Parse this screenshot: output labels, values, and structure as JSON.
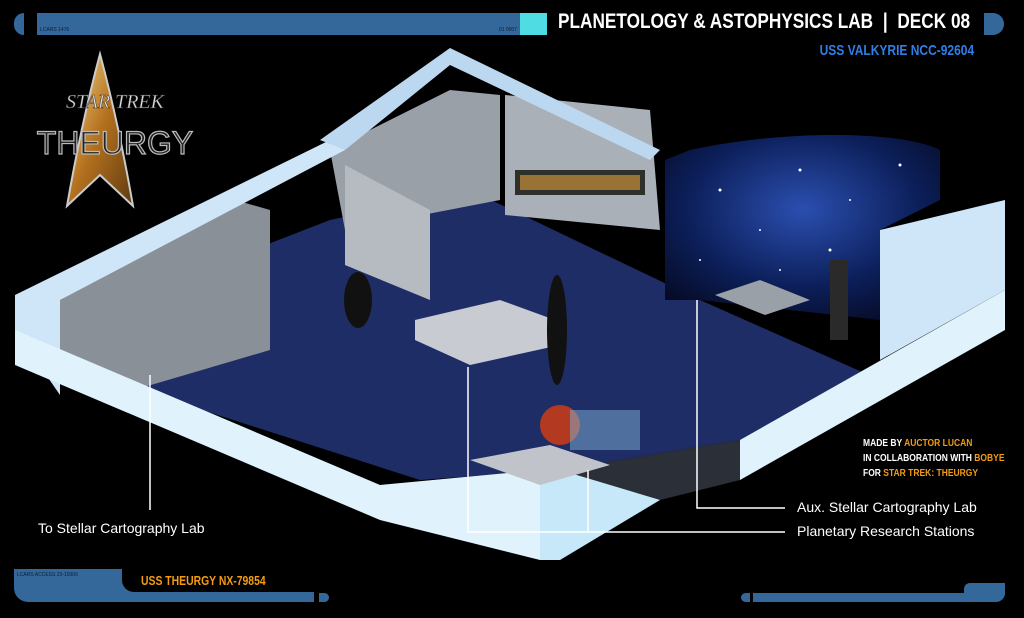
{
  "header": {
    "title": "PLANETOLOGY & ASTOPHYSICS LAB",
    "separator": "|",
    "deck": "DECK 08",
    "ship": "USS VALKYRIE NCC-92604",
    "bar_code_left": "LCARS 1476",
    "bar_code_right": "01 0007"
  },
  "logo": {
    "line1": "STAR TREK",
    "line2": "THEURGY"
  },
  "callouts": {
    "left": "To Stellar Cartography Lab",
    "aux": "Aux. Stellar Cartography Lab",
    "planetary": "Planetary Research Stations"
  },
  "credits": {
    "made_by": "MADE BY",
    "author": "AUCTOR LUCAN",
    "collab": "IN COLLABORATION WITH",
    "collaborator": "BOBYE",
    "for": "FOR",
    "project": "STAR TREK: THEURGY"
  },
  "footer": {
    "access_code": "LCARS ACCESS 23-15006",
    "ship": "USS THEURGY NX-79854"
  },
  "colors": {
    "lcars_blue": "#34679a",
    "cyan": "#4fdde3",
    "orange": "#f39c12",
    "ship_blue": "#2f7fe8",
    "floor": "#1f2d66",
    "wall": "#cfe6f8"
  }
}
